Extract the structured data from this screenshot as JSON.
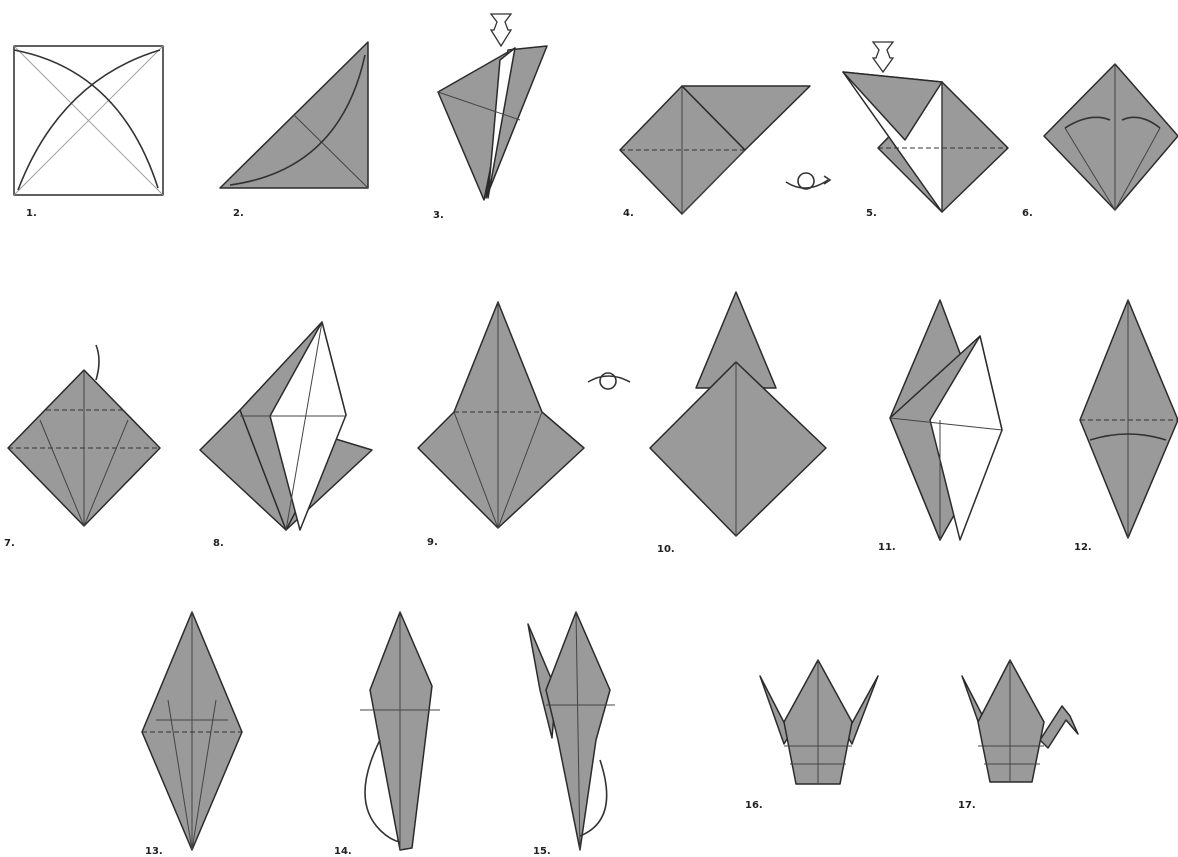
{
  "steps": [
    {
      "label": "1."
    },
    {
      "label": "2."
    },
    {
      "label": "3."
    },
    {
      "label": "4."
    },
    {
      "label": "5."
    },
    {
      "label": "6."
    },
    {
      "label": "7."
    },
    {
      "label": "8."
    },
    {
      "label": "9."
    },
    {
      "label": "10."
    },
    {
      "label": "11."
    },
    {
      "label": "12."
    },
    {
      "label": "13."
    },
    {
      "label": "14."
    },
    {
      "label": "15."
    },
    {
      "label": "16."
    },
    {
      "label": "17."
    }
  ],
  "colors": {
    "paper": "#9a9a9a",
    "paper_back": "#ffffff",
    "outline": "#2b2b2b"
  }
}
